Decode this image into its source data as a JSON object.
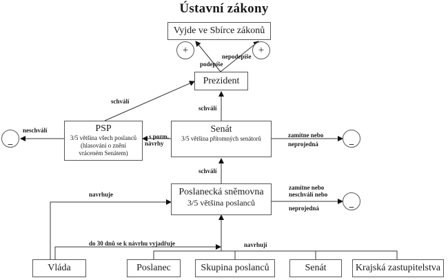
{
  "title": "Ústavní zákony",
  "nodes": {
    "sbirka": {
      "label": "Vyjde ve Sbírce zákonů"
    },
    "prezident": {
      "label": "Prezident"
    },
    "psp": {
      "label": "PSP",
      "detail": "3/5 většina všech poslanců",
      "note": "(hlasování o znění vráceném Senátem)"
    },
    "senat": {
      "label": "Senát",
      "detail": "3/5 většina přítomných senátorů"
    },
    "snemovna": {
      "label": "Poslanecká sněmovna",
      "detail": "3/5 většina poslanců"
    },
    "vlada": {
      "label": "Vláda"
    },
    "poslanec": {
      "label": "Poslanec"
    },
    "skupina": {
      "label": "Skupina poslanců"
    },
    "senat_initiator": {
      "label": "Senát"
    },
    "kraje": {
      "label": "Krajská zastupitelstva"
    }
  },
  "outcomes": {
    "plus": "+",
    "minus": "_"
  },
  "edges": {
    "podepise": "podepíše",
    "nepodepise": "nepodepíše",
    "psp_schvali": "schválí",
    "senat_schvali": "schválí",
    "snemovna_schvali": "schválí",
    "psp_neschvali": "neschválí",
    "s_pozm_1": "s pozm.",
    "s_pozm_2": "návrhy",
    "senat_zamitne_1": "zamítne nebo",
    "senat_zamitne_2": "neprojedná",
    "snem_zamitne_1": "zamítne nebo",
    "snem_zamitne_2": "neschválí nebo",
    "snem_zamitne_3": "neprojedná",
    "navrhuje": "navrhuje",
    "navrhuji": "navrhují",
    "do30dnu": "do 30 dnů se k návrhu vyjadřuje"
  }
}
